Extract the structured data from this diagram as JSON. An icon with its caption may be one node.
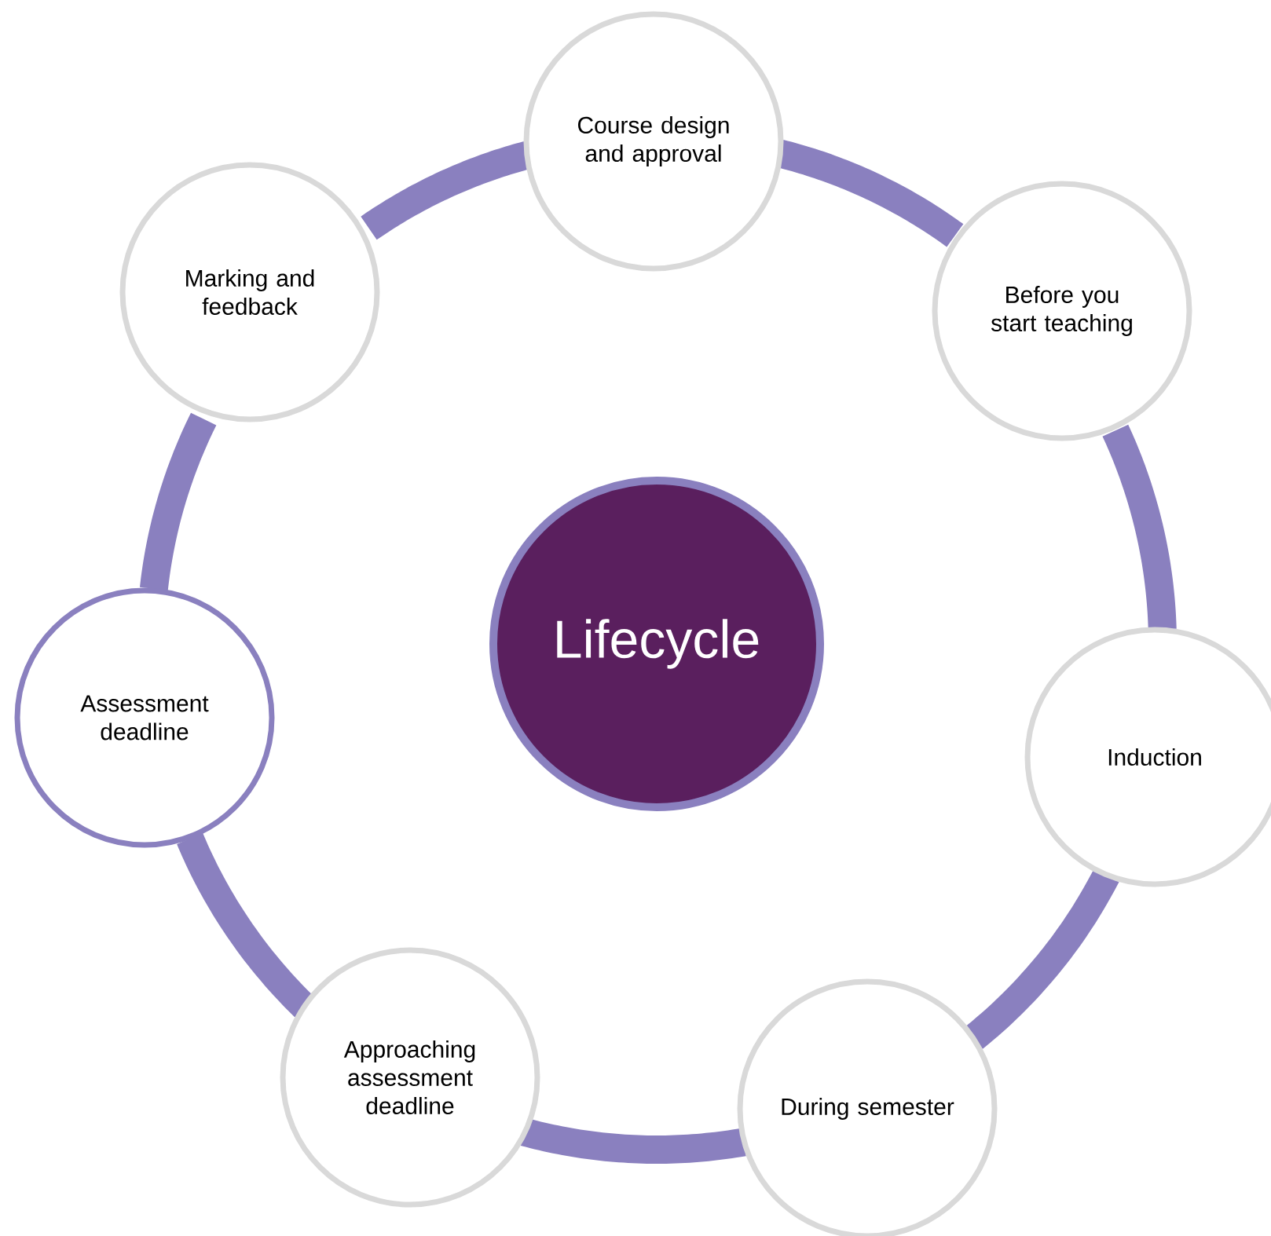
{
  "diagram": {
    "nodes": [
      {
        "text": [
          "Lifecycle"
        ]
      },
      {
        "text": [
          "Course design and approval"
        ]
      },
      {
        "text": [
          "Before you start teaching"
        ]
      },
      {
        "text": [
          "Induction"
        ]
      },
      {
        "text": [
          "During semester"
        ]
      },
      {
        "text": [
          "Approaching assessment deadline"
        ]
      },
      {
        "text": [
          "Assessment deadline"
        ]
      },
      {
        "text": [
          "Marking and feedback"
        ]
      }
    ],
    "edges": [
      {
        "from": 1,
        "to": 2,
        "arrow": "none"
      },
      {
        "from": 2,
        "to": 3,
        "arrow": "none"
      },
      {
        "from": 3,
        "to": 4,
        "arrow": "none"
      },
      {
        "from": 4,
        "to": 5,
        "arrow": "none"
      },
      {
        "from": 5,
        "to": 6,
        "arrow": "none"
      },
      {
        "from": 6,
        "to": 7,
        "arrow": "none"
      },
      {
        "from": 7,
        "to": 1,
        "arrow": "none"
      }
    ]
  }
}
